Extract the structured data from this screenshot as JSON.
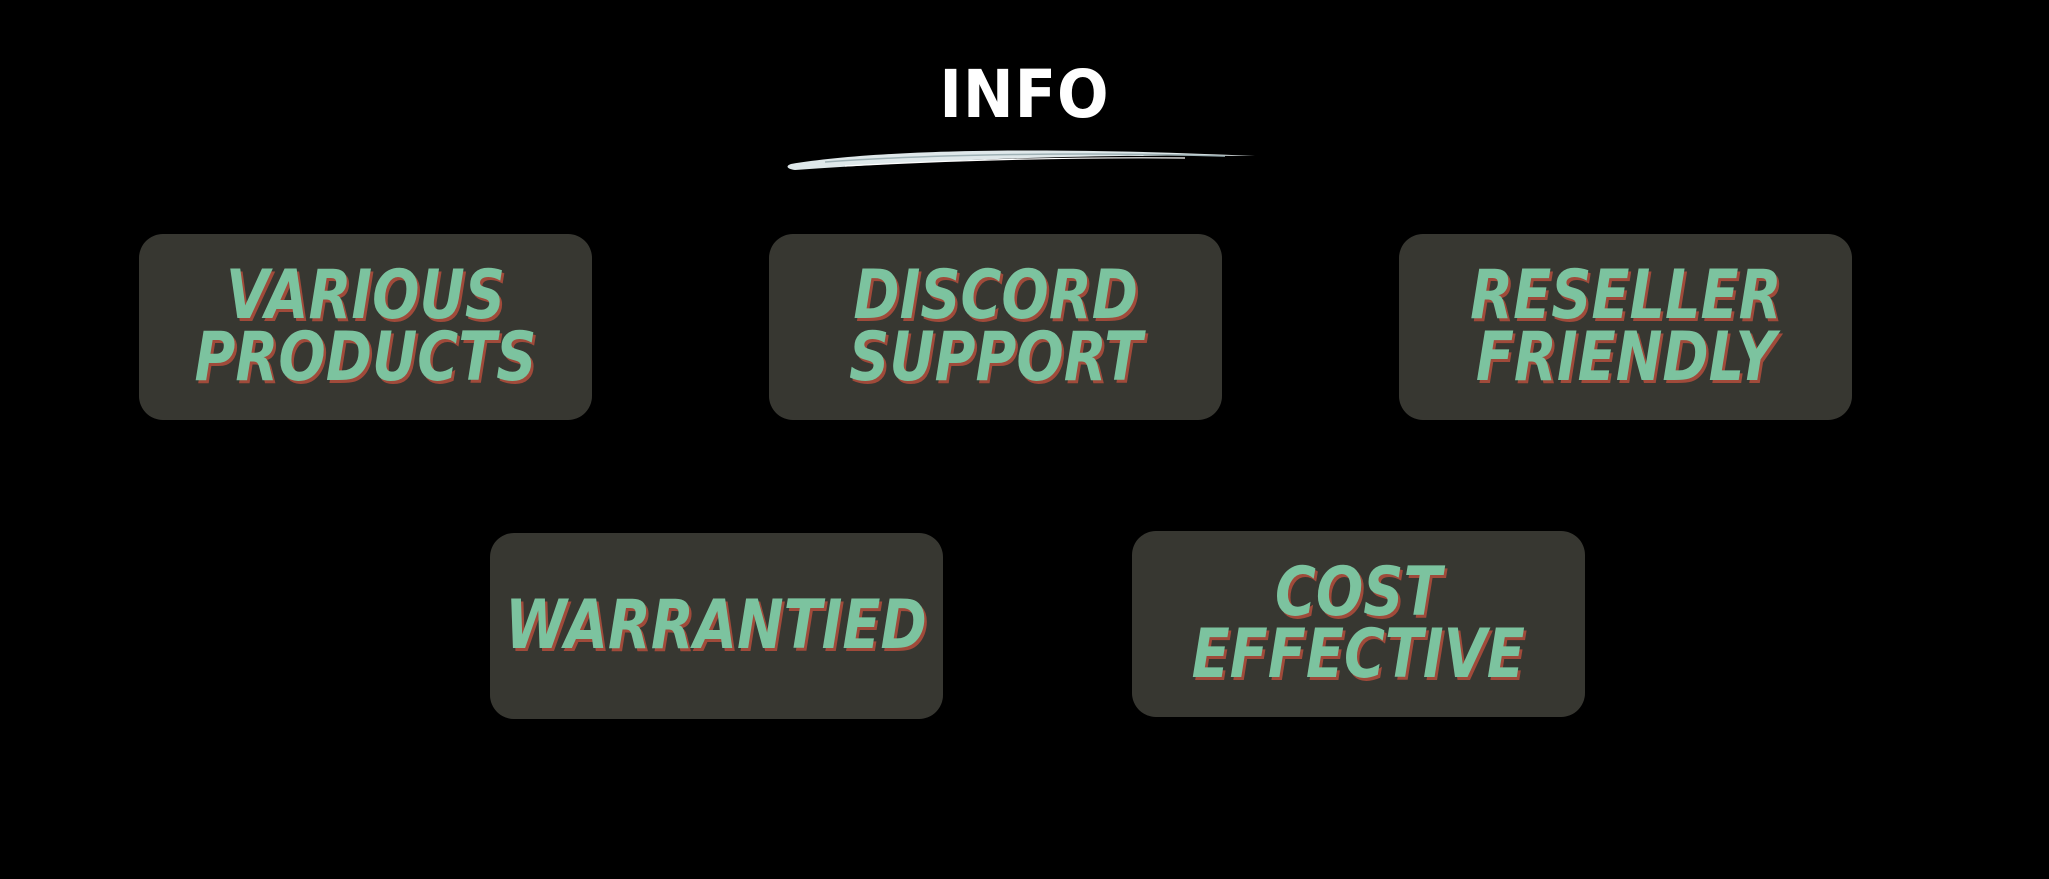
{
  "header": {
    "title": "INFO"
  },
  "colors": {
    "background": "#000000",
    "card_background": "#373731",
    "card_text": "#7cc39f",
    "card_text_shadow": "#a04a3a",
    "title_text": "#ffffff",
    "brush_stroke": "#dfe8ea"
  },
  "features": [
    {
      "label": "VARIOUS\nPRODUCTS"
    },
    {
      "label": "DISCORD\nSUPPORT"
    },
    {
      "label": "RESELLER\nFRIENDLY"
    },
    {
      "label": "WARRANTIED"
    },
    {
      "label": "COST\nEFFECTIVE"
    }
  ]
}
